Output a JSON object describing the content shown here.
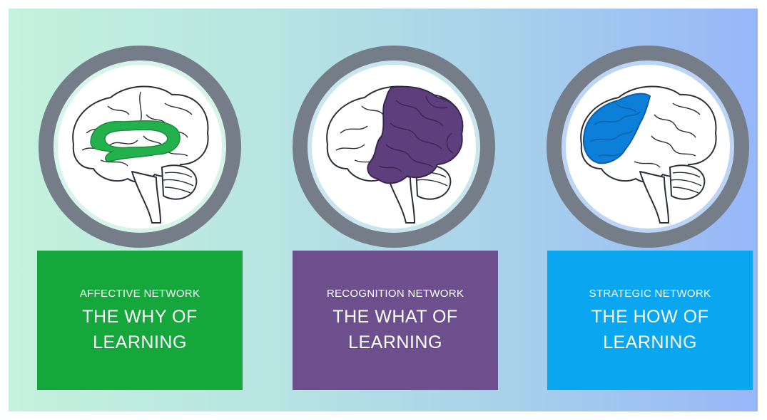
{
  "networks": [
    {
      "subtitle": "AFFECTIVE NETWORK",
      "title_line1": "THE WHY OF",
      "title_line2": "LEARNING",
      "card_color": "#15a63c",
      "halo_color": "#d6f5e8",
      "highlight_color": "#22b14c",
      "icon": "brain-icon"
    },
    {
      "subtitle": "RECOGNITION NETWORK",
      "title_line1": "THE WHAT OF",
      "title_line2": "LEARNING",
      "card_color": "#6e4f8d",
      "halo_color": "#c9e6ef",
      "highlight_color": "#5d3f7e",
      "icon": "brain-icon"
    },
    {
      "subtitle": "STRATEGIC NETWORK",
      "title_line1": "THE HOW OF",
      "title_line2": "LEARNING",
      "card_color": "#0aa6ef",
      "halo_color": "#bcd5f5",
      "highlight_color": "#0c7fd9",
      "icon": "brain-icon"
    }
  ]
}
